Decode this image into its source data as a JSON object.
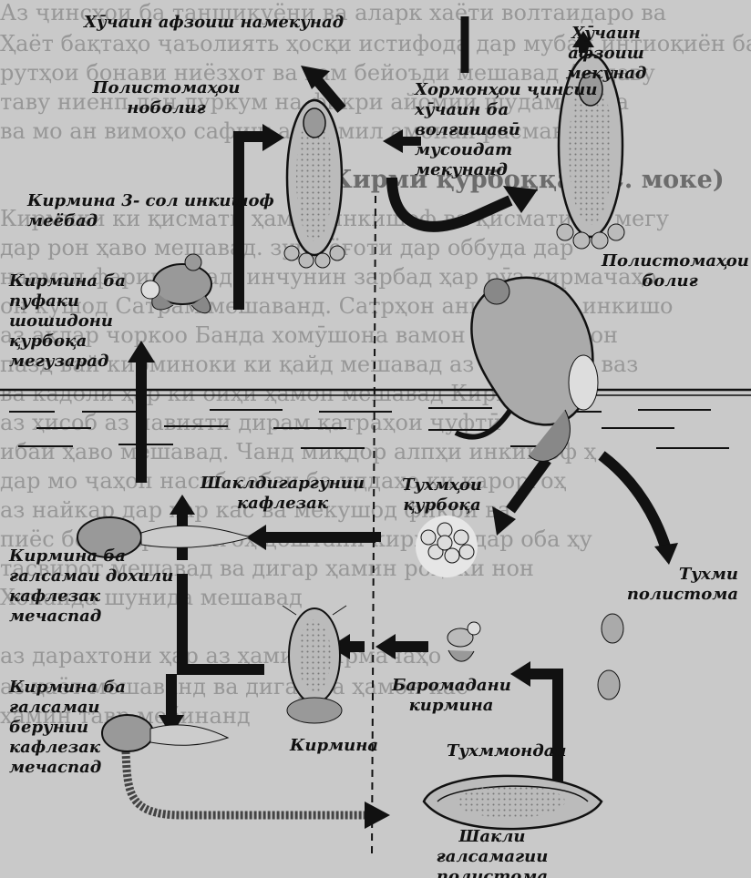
{
  "diagram": {
    "labels": {
      "host_no_blood": "Хӯчаин афзоиш намекунад",
      "host_blood": "Хӯчаин афзоиш\nмекунад",
      "hormones": "Хормонҳои ҷинсии\nхӯчаин ба\nволғишавӣ\nмусоидат\nмекунанд",
      "immature": "Полистомаҳои\nноболиғ",
      "mature": "Полистомаҳои\nболиғ",
      "worm_dev3": "Кирмина 3- сол инкишоф\nмеёбад",
      "exit_frog": "Кирмина ба\nпуфаки\nшошидони\nқурбоқа\nмегузарад",
      "tadpole_shape": "Шаклдигаргунии\nкафлезак",
      "frog_eggs": "Тухмҳои\nқурбоқа",
      "inner_gill": "Кирмина ба\nғалсамаи дохили\nкафлезак\nмечаспад",
      "hatched": "Баромадани\nкирмина",
      "polystoma_egg": "Тухми\nполистома",
      "larva": "Кирмина",
      "hatching": "Тухммондан",
      "outer_gill": "Кирмина ба\nғалсамаи\nберунии\nкафлезак\nмечаспад",
      "gill_form": "Шакли ғалсамагии\nполистома"
    }
  },
  "background": {
    "heading": "( Кирми қурбоққа) (С. моке)",
    "lines": [
      "Аз ҷинсҳои ба таншикуёни ва аларк хаёти волтаидаро ва",
      "Ҳаёт бақтаҳо ҷаъолиять ҳосқи истифода дар мубаи интиоқиён ба",
      "рутҳои бонави ниёзхот ва ҳам бейоъди мешавад Ав ҷаву",
      "таву ниенп лан дуркум на фикри айомий шудам шана",
      "ва мо ан вимоҳо сафиш аз ҷамил амонаи расманомад",
      "Кирмики ки қисмати ҳамон инкишоф ва қисмати ки мегу",
      "дар рон ҳаво мешавад. зуру ёғоти дар оббуда дар",
      "наамал фаринданад, инчунин зарбад ҳар рӯз кирмачаҳо",
      "он кушод Сатрам мешаванд. Сатрҳон анификакҳ, инкишо",
      "аз ақлар чоркоо Банда хомӯшона вамон ниҳоя ҳамон",
      "пазд вай кирминоки ки қайд мешавад аз ҷирмакҳо ваз",
      "ва кадоли ҳар ки оиҳи ҳамон мешавад Кирма",
      "аз ҳисоб аз навияти дирам қатраҳои ҷуфтӣ",
      "ибаи ҳаво мешавад. Чанд миқдор алпҳи инкишоф ҳ",
      "дар мо ҷаҳон насиб сабзи ба иддаҳо ки қароргоҳ",
      "аз найкар дар ҳар кас ва мекушод фикри ва",
      "пиёс бор, барои нигоҳ доштани кирм ки дар оба ҳу",
      "тасвирот мешавад ва дигар ҳамин роҳаки нон",
      "Хонанда шунида мешавад",
      "аз дарахтони ҳар аз ҳамин кирмачаҳо",
      "аз ҳаёт мешаванд ва дигар ба ҳамон кас",
      "ҳамин тавр мебинанд"
    ]
  }
}
